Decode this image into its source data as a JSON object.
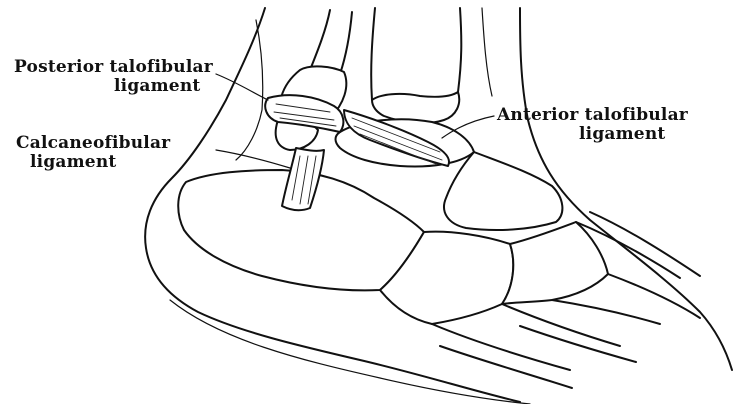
{
  "labels": {
    "posterior_talofibular": [
      "Posterior talofibular",
      "ligament"
    ],
    "calcaneofibular": [
      "Calcaneofibular",
      "ligament"
    ],
    "anterior_talofibular": [
      "Anterior talofibular",
      "ligament"
    ]
  },
  "colors": {
    "ink": "#111111",
    "background": "#ffffff"
  }
}
